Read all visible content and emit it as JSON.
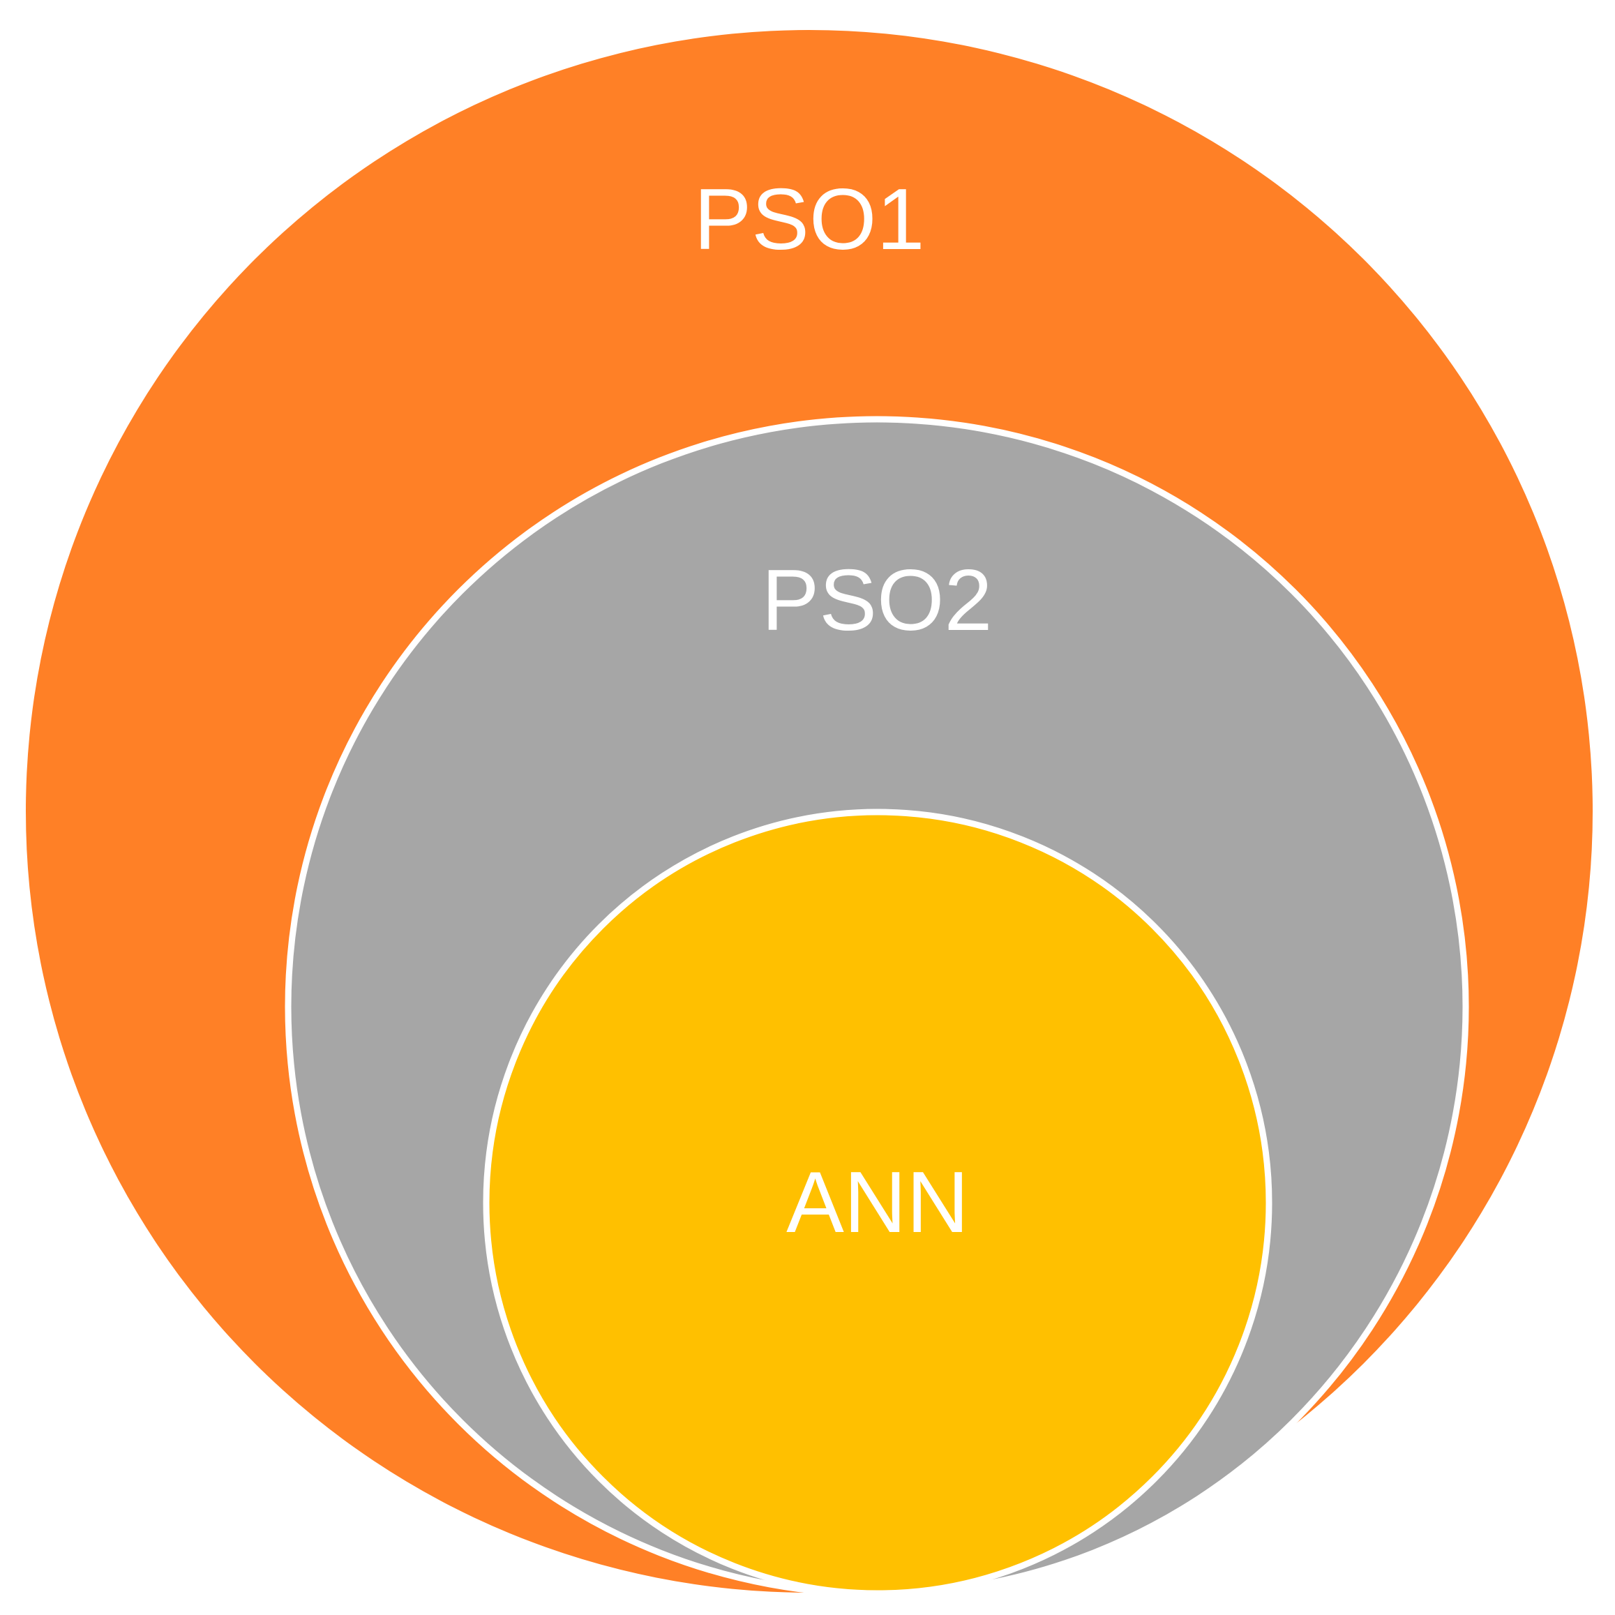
{
  "diagram": {
    "type": "nested-circles",
    "circles": [
      {
        "id": "pso1",
        "label": "PSO1",
        "color": "#FF8026"
      },
      {
        "id": "pso2",
        "label": "PSO2",
        "color": "#A6A6A6"
      },
      {
        "id": "ann",
        "label": "ANN",
        "color": "#FFC000"
      }
    ],
    "border_color": "#FFFFFF"
  }
}
